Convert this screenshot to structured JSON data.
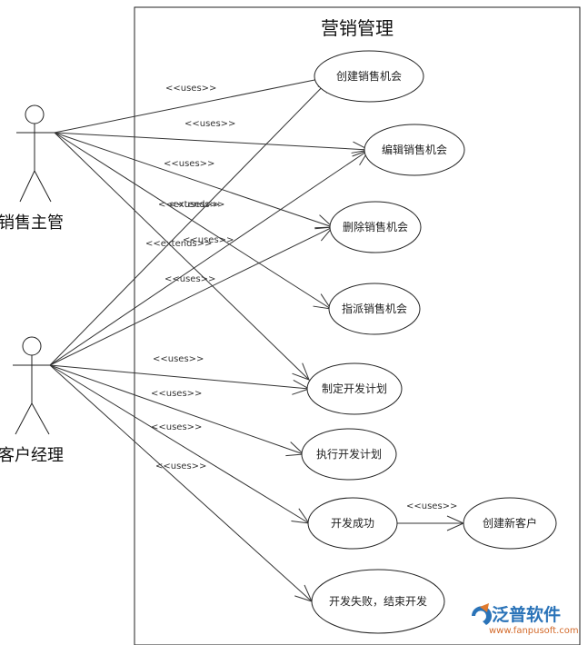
{
  "system": {
    "title": "营销管理"
  },
  "actors": [
    {
      "id": "a1",
      "name": "销售主管"
    },
    {
      "id": "a2",
      "name": "客户经理"
    }
  ],
  "use_cases": [
    {
      "id": "u1",
      "label": "创建销售机会"
    },
    {
      "id": "u2",
      "label": "编辑销售机会"
    },
    {
      "id": "u3",
      "label": "删除销售机会"
    },
    {
      "id": "u4",
      "label": "指派销售机会"
    },
    {
      "id": "u5",
      "label": "制定开发计划"
    },
    {
      "id": "u6",
      "label": "执行开发计划"
    },
    {
      "id": "u7",
      "label": "开发成功"
    },
    {
      "id": "u8",
      "label": "开发失败，结束开发"
    },
    {
      "id": "u9",
      "label": "创建新客户"
    }
  ],
  "stereotypes": {
    "uses": "<<uses>>",
    "extends": "<<extends>>"
  },
  "watermark": {
    "brand": "泛普软件",
    "url": "www.fanpusoft.com"
  }
}
